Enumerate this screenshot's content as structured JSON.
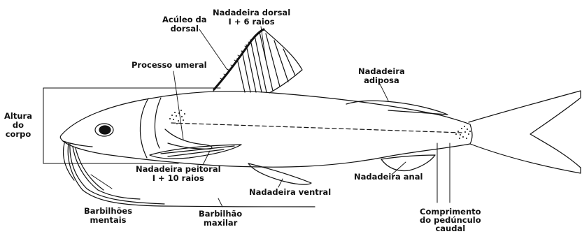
{
  "labels": {
    "aculeo_dorsal": {
      "l1": "Acúleo da",
      "l2": "dorsal"
    },
    "nadadeira_dorsal": {
      "l1": "Nadadeira dorsal",
      "l2": "I + 6 raios"
    },
    "processo_umeral": {
      "l1": "Processo umeral"
    },
    "nadadeira_adiposa": {
      "l1": "Nadadeira",
      "l2": "adiposa"
    },
    "altura_corpo": {
      "l1": "Altura",
      "l2": "do",
      "l3": "corpo"
    },
    "nadadeira_peitoral": {
      "l1": "Nadadeira peitoral",
      "l2": "I + 10 raios"
    },
    "nadadeira_ventral": {
      "l1": "Nadadeira ventral"
    },
    "nadadeira_anal": {
      "l1": "Nadadeira anal"
    },
    "barbilhoes_mentais": {
      "l1": "Barbilhões",
      "l2": "mentais"
    },
    "barbilhao_maxilar": {
      "l1": "Barbilhão",
      "l2": "maxilar"
    },
    "comprimento_pedunculo": {
      "l1": "Comprimento",
      "l2": "do pedúnculo",
      "l3": "caudal"
    }
  },
  "colors": {
    "ink": "#111111",
    "background": "#ffffff"
  }
}
